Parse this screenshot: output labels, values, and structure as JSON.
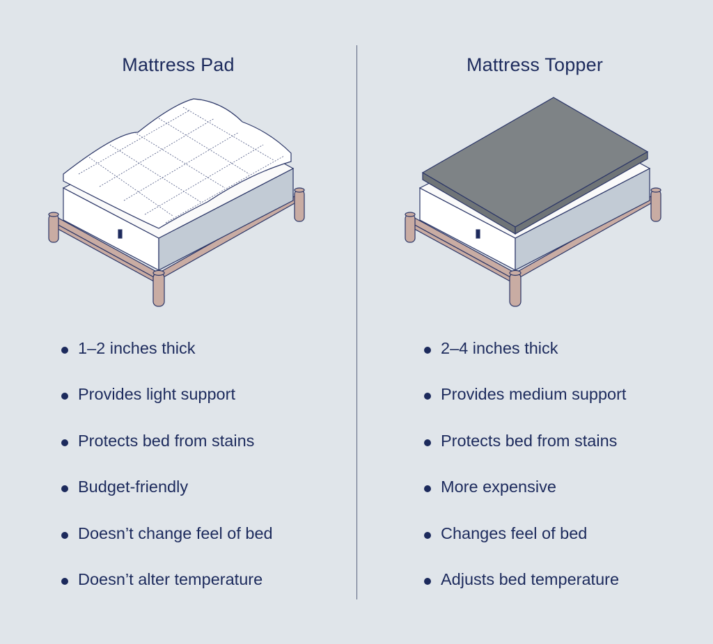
{
  "colors": {
    "background": "#e0e5ea",
    "text": "#1c2a5c",
    "topper_gray": "#7e8386",
    "frame_wood": "#c9aca3",
    "mattress_side": "#c2cbd5",
    "divider": "#5b6480"
  },
  "left": {
    "title": "Mattress Pad",
    "illustration": "quilted-mattress-pad-on-bed-icon",
    "features": [
      "1–2 inches thick",
      "Provides light support",
      "Protects bed from stains",
      "Budget-friendly",
      "Doesn’t change feel of bed",
      "Doesn’t alter temperature"
    ]
  },
  "right": {
    "title": "Mattress Topper",
    "illustration": "foam-mattress-topper-on-bed-icon",
    "features": [
      "2–4 inches thick",
      "Provides medium support",
      "Protects bed from stains",
      "More expensive",
      "Changes feel of bed",
      "Adjusts bed temperature"
    ]
  }
}
